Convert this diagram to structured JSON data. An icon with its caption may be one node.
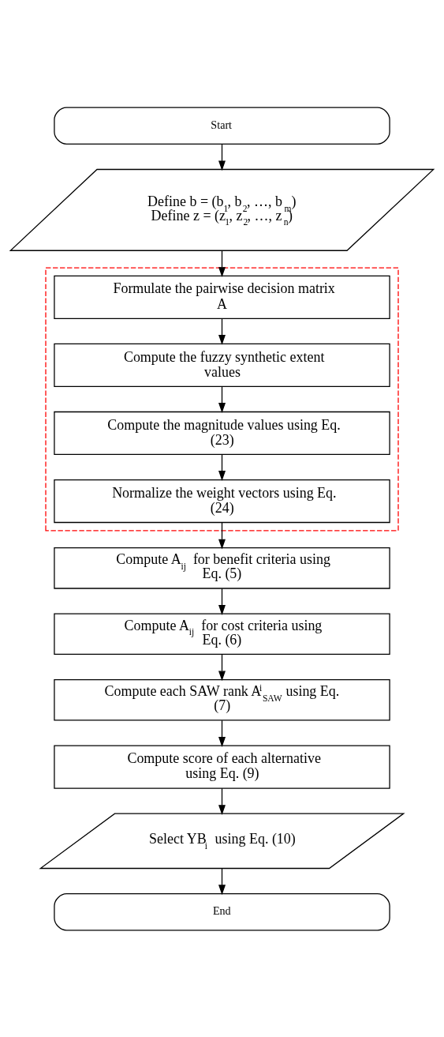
{
  "diagram": {
    "nodes": [
      {
        "text": [
          "Start"
        ]
      },
      {
        "text": [
          "Define b = (b$_{1}$, b$_{2}$, …, b$_{m}$)",
          "Define z = (z$_{1}$, z$_{2}$, …, z$_{n}$)"
        ]
      },
      {
        "text": [],
        "shape": "box"
      },
      {
        "text": [
          "Formulate the pairwise decision matrix A"
        ],
        "in": 2
      },
      {
        "text": [
          "Compute the fuzzy synthetic extent values"
        ],
        "in": 2
      },
      {
        "text": [
          "Compute the magnitude values using Eq. (23)"
        ],
        "in": 2
      },
      {
        "text": [
          "Normalize the weight vectors using Eq. (24)"
        ],
        "in": 2
      },
      {
        "text": [
          "Compute A$_{ij}$ for benefit criteria using Eq. (5)"
        ]
      },
      {
        "text": [
          "Compute A$_{ij}$ for cost criteria using Eq. (6)"
        ]
      },
      {
        "text": [
          "Compute each SAW rank A$^{i}$$_{SAW}$ using Eq. (7)"
        ]
      },
      {
        "text": [
          "Compute score of each alternative using Eq. (9)"
        ]
      },
      {
        "text": [
          "Select YB$_{i}$ using Eq. (10)"
        ]
      },
      {
        "text": [
          "End"
        ]
      }
    ],
    "edges": [
      {
        "from": 0,
        "to": 1,
        "arrow": "to"
      },
      {
        "from": 1,
        "to": 3,
        "arrow": "to"
      },
      {
        "from": 3,
        "to": 4,
        "arrow": "to"
      },
      {
        "from": 4,
        "to": 5,
        "arrow": "to"
      },
      {
        "from": 5,
        "to": 6,
        "arrow": "to"
      },
      {
        "from": 6,
        "to": 7,
        "arrow": "to"
      },
      {
        "from": 7,
        "to": 8,
        "arrow": "to"
      },
      {
        "from": 8,
        "to": 9,
        "arrow": "to"
      },
      {
        "from": 9,
        "to": 10,
        "arrow": "to"
      },
      {
        "from": 10,
        "to": 11,
        "arrow": "to"
      },
      {
        "from": 11,
        "to": 12,
        "arrow": "to"
      }
    ]
  }
}
